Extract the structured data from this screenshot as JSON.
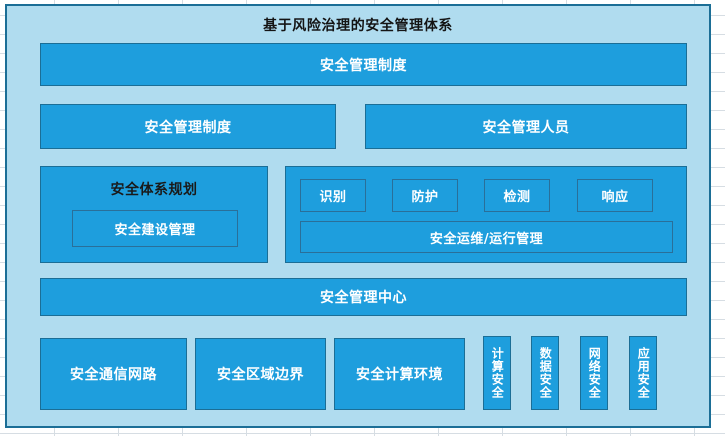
{
  "title": "基于风险治理的安全管理体系",
  "colors": {
    "panel_background": "#b0dcef",
    "panel_border": "#1b6e96",
    "box_fill": "#1e9edd",
    "box_border": "#1b6e96",
    "box_text": "#ffffff",
    "dark_text": "#1a1a1a"
  },
  "rows": {
    "row1": {
      "management_system": "安全管理制度"
    },
    "row2": {
      "management_policy": "安全管理制度",
      "management_personnel": "安全管理人员"
    },
    "row3": {
      "planning_panel": {
        "label": "安全体系规划",
        "construction_management": "安全建设管理"
      },
      "operations_panel": {
        "phases": [
          "识别",
          "防护",
          "检测",
          "响应"
        ],
        "operations_management": "安全运维/运行管理"
      }
    },
    "row4": {
      "management_center": "安全管理中心"
    },
    "row5": {
      "wide_boxes": [
        "安全通信网路",
        "安全区域边界",
        "安全计算环境"
      ],
      "vertical_boxes": [
        "计算安全",
        "数据安全",
        "网络安全",
        "应用安全"
      ]
    }
  }
}
